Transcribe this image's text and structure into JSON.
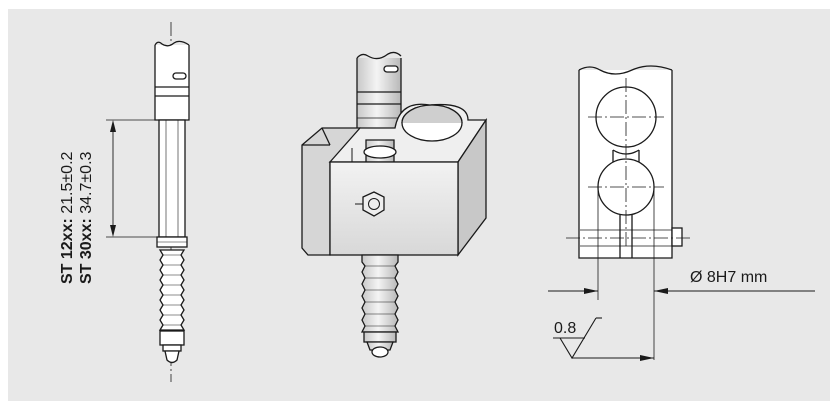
{
  "dimension_label": {
    "line1_bold": "ST 12xx:",
    "line1_value": " 21.5±0.2",
    "line2_bold": "ST 30xx:",
    "line2_value": " 34.7±0.3"
  },
  "bore_label": "Ø 8H7 mm",
  "roughness_label": "0.8"
}
